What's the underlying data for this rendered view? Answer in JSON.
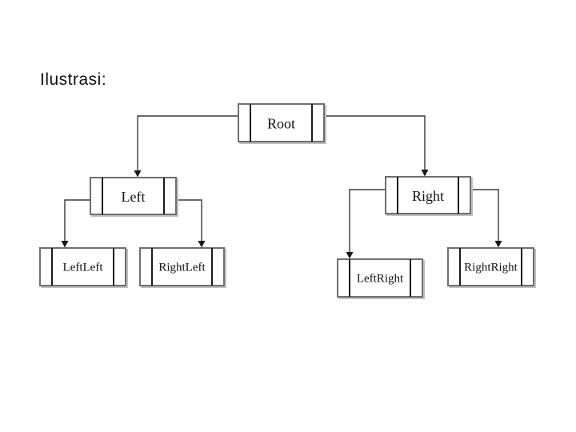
{
  "title": "Ilustrasi:",
  "diagram": {
    "type": "binary-tree",
    "description": "Binary tree of three-cell pointer nodes connected by elbow arrows",
    "nodes": [
      {
        "id": "root",
        "label": "Root"
      },
      {
        "id": "left",
        "label": "Left"
      },
      {
        "id": "right",
        "label": "Right"
      },
      {
        "id": "leftleft",
        "label": "LeftLeft"
      },
      {
        "id": "rightleft",
        "label": "RightLeft"
      },
      {
        "id": "leftright",
        "label": "LeftRight"
      },
      {
        "id": "rightright",
        "label": "RightRight"
      }
    ],
    "edges": [
      {
        "from": "root",
        "to": "left",
        "side": "left"
      },
      {
        "from": "root",
        "to": "right",
        "side": "right"
      },
      {
        "from": "left",
        "to": "leftleft",
        "side": "left"
      },
      {
        "from": "left",
        "to": "rightleft",
        "side": "right"
      },
      {
        "from": "right",
        "to": "leftright",
        "side": "left"
      },
      {
        "from": "right",
        "to": "rightright",
        "side": "right"
      }
    ],
    "colors": {
      "background": "#ffffff",
      "box_border": "#6e6e6e",
      "box_shadow": "#c0c0c0",
      "pointer_divider": "#1c1c1c",
      "connector_line": "#3a3a3a",
      "arrowhead": "#1a1a1a",
      "text": "#111111"
    }
  }
}
